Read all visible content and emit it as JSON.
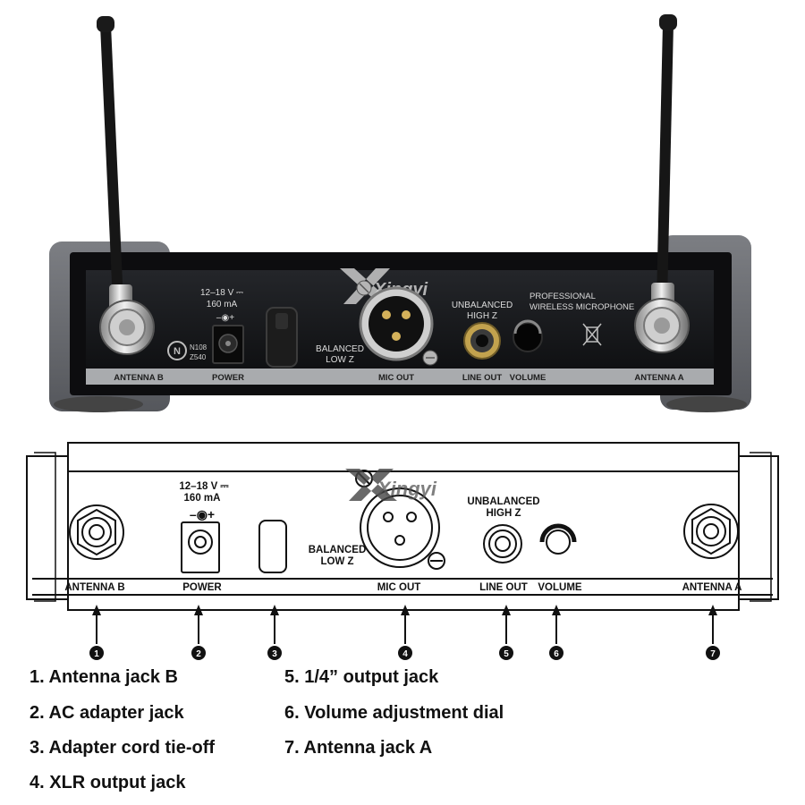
{
  "photo": {
    "labels": {
      "antenna_b": "ANTENNA B",
      "power": "POWER",
      "mic_out": "MIC OUT",
      "line_out": "LINE OUT",
      "volume": "VOLUME",
      "antenna_a": "ANTENNA A"
    },
    "power_rating_1": "12–18 V ⎓",
    "power_rating_2": "160 mA",
    "polarity": "–◉+",
    "cert_1": "N108",
    "cert_2": "Z540",
    "watermark": "Xingyi",
    "balanced_1": "BALANCED",
    "balanced_2": "LOW Z",
    "unbalanced_1": "UNBALANCED",
    "unbalanced_2": "HIGH Z",
    "brand_1": "PROFESSIONAL",
    "brand_2": "WIRELESS MICROPHONE"
  },
  "diagram": {
    "labels": {
      "antenna_b": "ANTENNA B",
      "power": "POWER",
      "mic_out": "MIC OUT",
      "line_out": "LINE OUT",
      "volume": "VOLUME",
      "antenna_a": "ANTENNA A"
    },
    "power_rating_1": "12–18 V ⎓",
    "power_rating_2": "160 mA",
    "polarity": "–◉+",
    "watermark": "Xingyi",
    "balanced_1": "BALANCED",
    "balanced_2": "LOW Z",
    "unbalanced_1": "UNBALANCED",
    "unbalanced_2": "HIGH Z"
  },
  "callouts": [
    "1",
    "2",
    "3",
    "4",
    "5",
    "6",
    "7"
  ],
  "legend": [
    "1. Antenna jack B",
    "2. AC adapter jack",
    "3. Adapter cord tie-off",
    "4. XLR output jack",
    "5. 1/4” output jack",
    "6. Volume adjustment dial",
    "7. Antenna jack A"
  ]
}
